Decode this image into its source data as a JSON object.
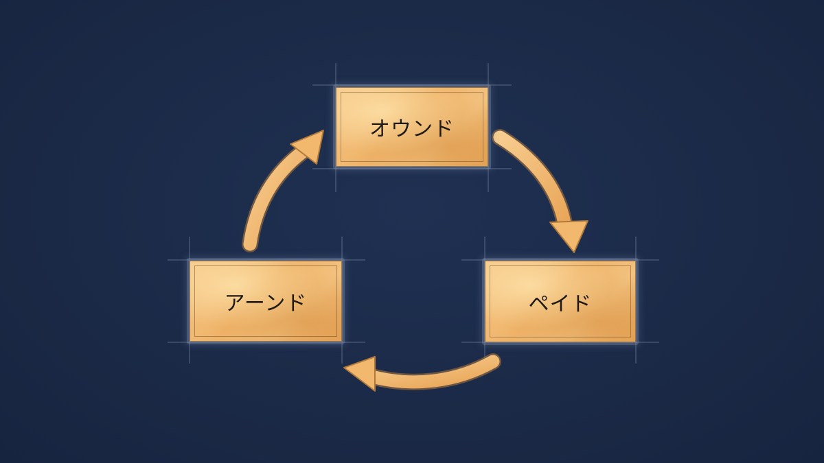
{
  "diagram": {
    "nodes": {
      "top": {
        "label": "オウンド"
      },
      "right": {
        "label": "ペイド"
      },
      "left": {
        "label": "アーンド"
      }
    }
  },
  "colors": {
    "background": "#1b2a47",
    "box_fill": "#f3c27f",
    "arrow_fill": "#f2b96e",
    "arrow_outline": "#b07a3c",
    "guide_lines": "#8e9bb3",
    "label_text": "#1f1a17"
  }
}
